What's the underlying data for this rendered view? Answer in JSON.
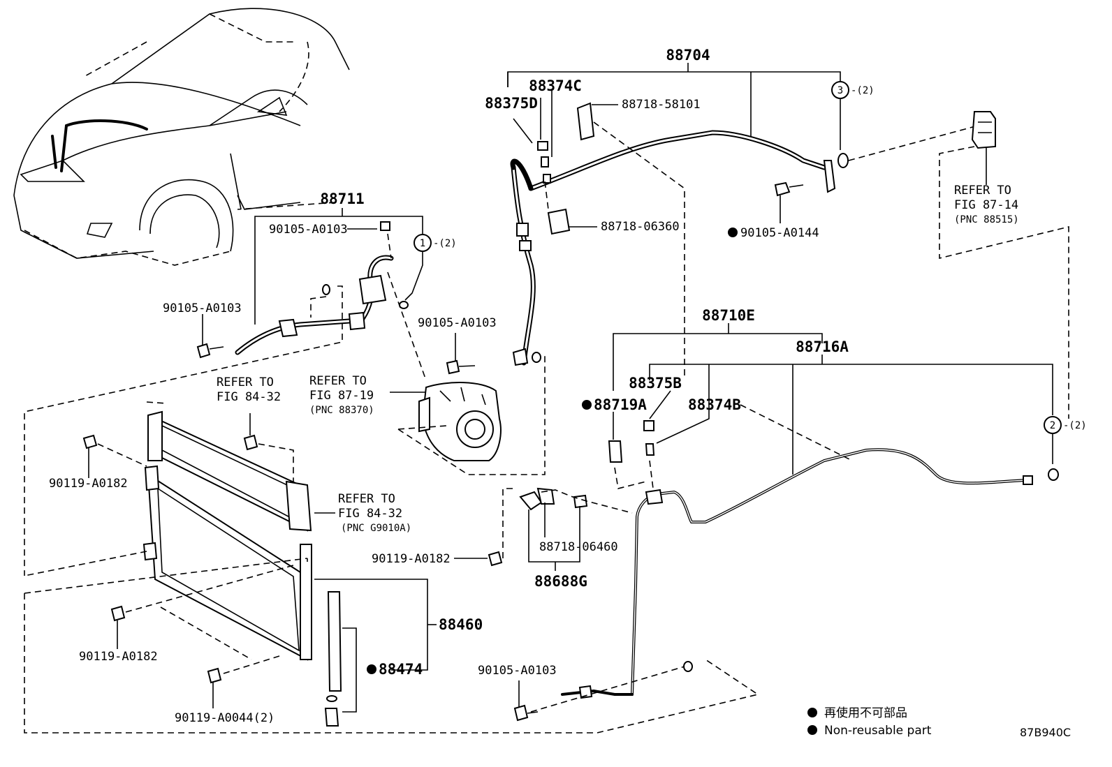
{
  "labels": {
    "p88704": "88704",
    "p88374C": "88374C",
    "p88375D": "88375D",
    "p88718_58101": "88718-58101",
    "p88718_06360": "88718-06360",
    "p90105_A0144": "90105-A0144",
    "p88711": "88711",
    "p90105_A0103_a": "90105-A0103",
    "p90105_A0103_b": "90105-A0103",
    "p90105_A0103_c": "90105-A0103",
    "p90105_A0103_d": "90105-A0103",
    "p88710E": "88710E",
    "p88716A": "88716A",
    "p88375B": "88375B",
    "p88719A": "88719A",
    "p88374B": "88374B",
    "p88718_06460": "88718-06460",
    "p88688G": "88688G",
    "p90119_A0182_a": "90119-A0182",
    "p90119_A0182_b": "90119-A0182",
    "p90119_A0182_c": "90119-A0182",
    "p90119_A0044": "90119-A0044(2)",
    "p88460": "88460",
    "p88474": "88474",
    "circle1": "1",
    "circle2": "2",
    "circle3": "3",
    "qty1": "-(2)",
    "qty2": "-(2)",
    "qty3": "-(2)"
  },
  "refs": {
    "r87_14": [
      "REFER TO",
      "FIG 87-14",
      "(PNC 88515)"
    ],
    "r87_19": [
      "REFER TO",
      "FIG 87-19",
      "(PNC 88370)"
    ],
    "r84_32a": [
      "REFER TO",
      "FIG 84-32"
    ],
    "r84_32b": [
      "REFER TO",
      "FIG 84-32",
      "(PNC G9010A)"
    ]
  },
  "legend": {
    "jp": "再使用不可部品",
    "en": "Non-reusable part"
  },
  "figure_code": "87B940C"
}
